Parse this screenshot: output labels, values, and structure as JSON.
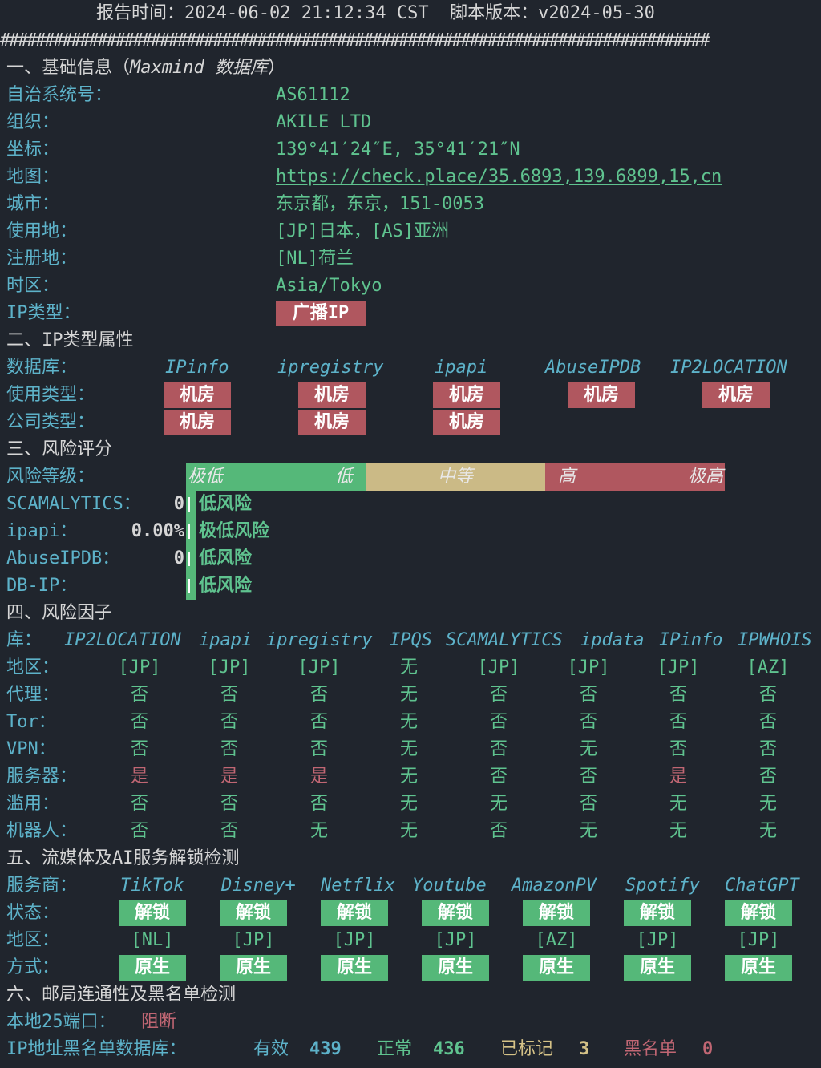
{
  "header": {
    "line": "报告时间：2024-06-02 21:12:34 CST  脚本版本：v2024-05-30",
    "separator": "################################################################################"
  },
  "basic": {
    "title": "一、基础信息（",
    "title_italic": "Maxmind 数据库",
    "title_end": "）",
    "rows": [
      {
        "label": "自治系统号：",
        "value": "AS61112"
      },
      {
        "label": "组织：",
        "value": "AKILE LTD"
      },
      {
        "label": "坐标：",
        "value": "139°41′24″E, 35°41′21″N"
      },
      {
        "label": "地图：",
        "value": "https://check.place/35.6893,139.6899,15,cn"
      },
      {
        "label": "城市：",
        "value": "东京都，东京，151-0053"
      },
      {
        "label": "使用地：",
        "value": "[JP]日本，[AS]亚洲"
      },
      {
        "label": "注册地：",
        "value": "[NL]荷兰"
      },
      {
        "label": "时区：",
        "value": "Asia/Tokyo"
      },
      {
        "label": "IP类型：",
        "value": "广播IP"
      }
    ]
  },
  "iptype": {
    "title": "二、IP类型属性",
    "db_label": "数据库：",
    "databases": [
      "IPinfo",
      "ipregistry",
      "ipapi",
      "AbuseIPDB",
      "IP2LOCATION"
    ],
    "usage_label": "使用类型：",
    "usage": [
      "机房",
      "机房",
      "机房",
      "机房",
      "机房"
    ],
    "company_label": "公司类型：",
    "company": [
      "机房",
      "机房",
      "机房"
    ]
  },
  "risk": {
    "title": "三、风险评分",
    "level_label": "风险等级：",
    "scale": {
      "very_low": "极低",
      "low": "低",
      "medium": "中等",
      "high": "高",
      "very_high": "极高"
    },
    "colors": {
      "low": "#55b879",
      "medium": "#cbba86",
      "high": "#b0575f"
    },
    "rows": [
      {
        "label": "SCAMALYTICS：",
        "score": "0",
        "text": "低风险"
      },
      {
        "label": "ipapi：",
        "score": "0.00%",
        "text": "极低风险"
      },
      {
        "label": "AbuseIPDB：",
        "score": "0",
        "text": "低风险"
      },
      {
        "label": "DB-IP：",
        "score": "",
        "text": "低风险"
      }
    ]
  },
  "factors": {
    "title": "四、风险因子",
    "lib_label": "库：",
    "sources": [
      "IP2LOCATION",
      "ipapi",
      "ipregistry",
      "IPQS",
      "SCAMALYTICS",
      "ipdata",
      "IPinfo",
      "IPWHOIS"
    ],
    "rows": [
      {
        "label": "地区：",
        "values": [
          "[JP]",
          "[JP]",
          "[JP]",
          "无",
          "[JP]",
          "[JP]",
          "[JP]",
          "[AZ]"
        ]
      },
      {
        "label": "代理：",
        "values": [
          "否",
          "否",
          "否",
          "无",
          "否",
          "否",
          "否",
          "否"
        ]
      },
      {
        "label": "Tor：",
        "values": [
          "否",
          "否",
          "否",
          "无",
          "否",
          "否",
          "否",
          "否"
        ]
      },
      {
        "label": "VPN：",
        "values": [
          "否",
          "否",
          "否",
          "无",
          "否",
          "无",
          "否",
          "否"
        ]
      },
      {
        "label": "服务器：",
        "values": [
          "是",
          "是",
          "是",
          "无",
          "否",
          "否",
          "是",
          "否"
        ]
      },
      {
        "label": "滥用：",
        "values": [
          "否",
          "否",
          "否",
          "无",
          "无",
          "否",
          "无",
          "无"
        ]
      },
      {
        "label": "机器人：",
        "values": [
          "否",
          "否",
          "无",
          "无",
          "否",
          "无",
          "无",
          "无"
        ]
      }
    ]
  },
  "media": {
    "title": "五、流媒体及AI服务解锁检测",
    "provider_label": "服务商：",
    "providers": [
      "TikTok",
      "Disney+",
      "Netflix",
      "Youtube",
      "AmazonPV",
      "Spotify",
      "ChatGPT"
    ],
    "status_label": "状态：",
    "status": [
      "解锁",
      "解锁",
      "解锁",
      "解锁",
      "解锁",
      "解锁",
      "解锁"
    ],
    "region_label": "地区：",
    "regions": [
      "[NL]",
      "[JP]",
      "[JP]",
      "[JP]",
      "[AZ]",
      "[JP]",
      "[JP]"
    ],
    "method_label": "方式：",
    "methods": [
      "原生",
      "原生",
      "原生",
      "原生",
      "原生",
      "原生",
      "原生"
    ]
  },
  "mail": {
    "title": "六、邮局连通性及黑名单检测",
    "port_label": "本地25端口：",
    "port_status": "阻断",
    "bl_label": "IP地址黑名单数据库：",
    "valid_label": "有效",
    "valid": "439",
    "normal_label": "正常",
    "normal": "436",
    "marked_label": "已标记",
    "marked": "3",
    "black_label": "黑名单",
    "black": "0"
  }
}
